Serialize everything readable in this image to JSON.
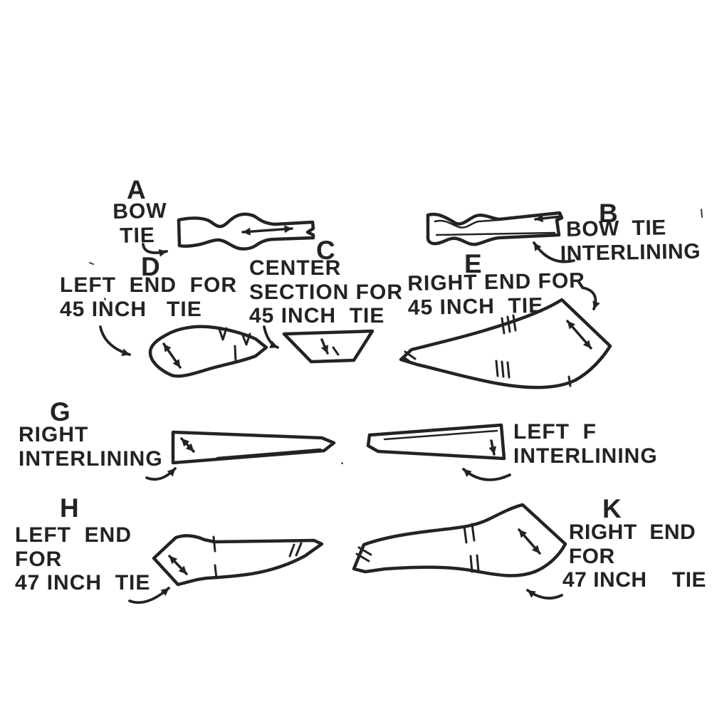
{
  "colors": {
    "ink": "#232323",
    "paper": "#ffffff"
  },
  "pieces": {
    "a": {
      "letter": "A",
      "label": "BOW\n TIE"
    },
    "b": {
      "letter": "B",
      "label": " BOW  TIE\nINTERLINING"
    },
    "c": {
      "letter": "C",
      "label": "CENTER\nSECTION FOR\n45 INCH  TIE"
    },
    "d": {
      "letter": "D",
      "label": "LEFT  END  FOR\n45 INCH   TIE"
    },
    "e": {
      "letter": "E",
      "label": "RIGHT END FOR\n45 INCH  TIE"
    },
    "f": {
      "label": "LEFT  F\nINTERLINING"
    },
    "g": {
      "letter": "G",
      "label": "RIGHT\nINTERLINING"
    },
    "h": {
      "letter": "H",
      "label": "LEFT  END\nFOR\n47 INCH  TIE"
    },
    "k": {
      "letter": "K",
      "label": " RIGHT  END\n FOR\n47 INCH    TIE"
    }
  }
}
